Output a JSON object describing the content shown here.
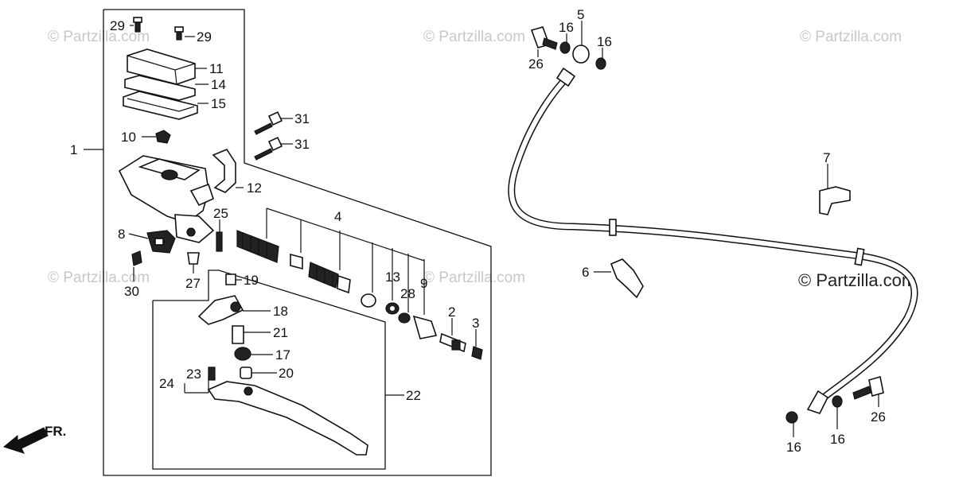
{
  "watermark": {
    "text": "© Partzilla.com"
  },
  "direction_label": "FR.",
  "callouts": [
    "29",
    "29",
    "11",
    "14",
    "15",
    "10",
    "1",
    "12",
    "31",
    "31",
    "8",
    "25",
    "30",
    "27",
    "4",
    "19",
    "18",
    "21",
    "17",
    "20",
    "13",
    "28",
    "9",
    "2",
    "3",
    "23",
    "24",
    "22",
    "5",
    "16",
    "16",
    "26",
    "7",
    "6",
    "16",
    "16",
    "26"
  ]
}
